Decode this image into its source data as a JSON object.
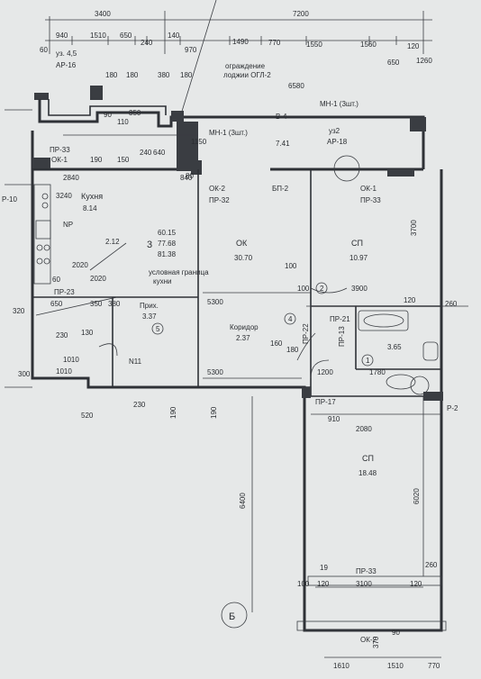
{
  "title": "",
  "dims_top": {
    "overall_left": "3400",
    "overall_right": "7200",
    "row2": [
      "60",
      "940",
      "1510",
      "650",
      "240",
      "140",
      "970",
      "1490",
      "770",
      "1550",
      "1560",
      "120",
      "650",
      "1260"
    ]
  },
  "notes": {
    "uz": "уз. 4,5",
    "ar16": "АР-16",
    "railing_1": "ограждение",
    "railing_2": "лоджии ОГЛ-2",
    "width_6580": "6580",
    "mn1_top": "МН-1 (3шт.)",
    "mn1_left": "МН-1 (3шт.)",
    "v4": "В-4",
    "val_741": "7.41",
    "uz2": "уз2",
    "ar18": "АР-18",
    "r10": "Р-10",
    "r2": "Р-2",
    "np": "NP",
    "n11": "N11",
    "cond_border_1": "условная граница",
    "cond_border_2": "кухни"
  },
  "labels": {
    "pr33_a": "ПР-33",
    "ok1_a": "ОК-1",
    "ok2_a": "ОК-2",
    "pr32": "ПР-32",
    "bp2": "БП-2",
    "ok1_b": "ОК-1",
    "pr33_b": "ПР-33",
    "pr23": "ПР-23",
    "pr21": "ПР-21",
    "pr22": "ПР-22",
    "pr13": "ПР-13",
    "pr17": "ПР-17",
    "pr33_c": "ПР-33",
    "ok2_b": "ОК-2",
    "axis_b": "Б"
  },
  "rooms": {
    "kitchen_name": "Кухня",
    "kitchen_area": "8.14",
    "apt_num": "3",
    "apt_a1": "60.15",
    "apt_a2": "77.68",
    "apt_a3": "81.38",
    "ok_name": "ОК",
    "ok_area": "30.70",
    "sp1_name": "СП",
    "sp1_area": "10.97",
    "hall_name": "Прих.",
    "hall_area": "3.37",
    "corr_name": "Коридор",
    "corr_area": "2.37",
    "bath_area": "3.65",
    "sp2_name": "СП",
    "sp2_area": "18.48",
    "area_212": "2.12"
  },
  "dims_inner": {
    "d180a": "180",
    "d180b": "180",
    "d380": "380",
    "d180c": "180",
    "d90": "90",
    "d110": "110",
    "d350": "350",
    "d1150": "1150",
    "d150": "150",
    "d190": "190",
    "d80": "80",
    "d240": "240",
    "d640": "640",
    "d2840": "2840",
    "d3240": "3240",
    "d840": "840",
    "d2020a": "2020",
    "d2020b": "2020",
    "d60": "60",
    "d650": "650",
    "d350b": "350",
    "d380b": "380",
    "d320": "320",
    "d230": "230",
    "d1010a": "1010",
    "d1010b": "1010",
    "d300": "300",
    "d130": "130",
    "d5300a": "5300",
    "d5300b": "5300",
    "d100a": "100",
    "d100b": "100",
    "d3900": "3900",
    "d120a": "120",
    "d260a": "260",
    "d3700": "3700",
    "d160": "160",
    "d180d": "180",
    "d1200": "1200",
    "d1780": "1780",
    "d520": "520",
    "d230b": "230",
    "d190b": "190",
    "d190c": "190",
    "d910": "910",
    "d2080": "2080",
    "d6400": "6400",
    "d6020": "6020",
    "d19": "19",
    "d100c": "100",
    "d120b": "120",
    "d3100": "3100",
    "d120c": "120",
    "d260b": "260",
    "d370": "370",
    "d90b": "90",
    "d1610": "1610",
    "d1510b": "1510",
    "d770b": "770",
    "c1": "1",
    "c2": "2",
    "c4": "4",
    "c5": "5"
  }
}
